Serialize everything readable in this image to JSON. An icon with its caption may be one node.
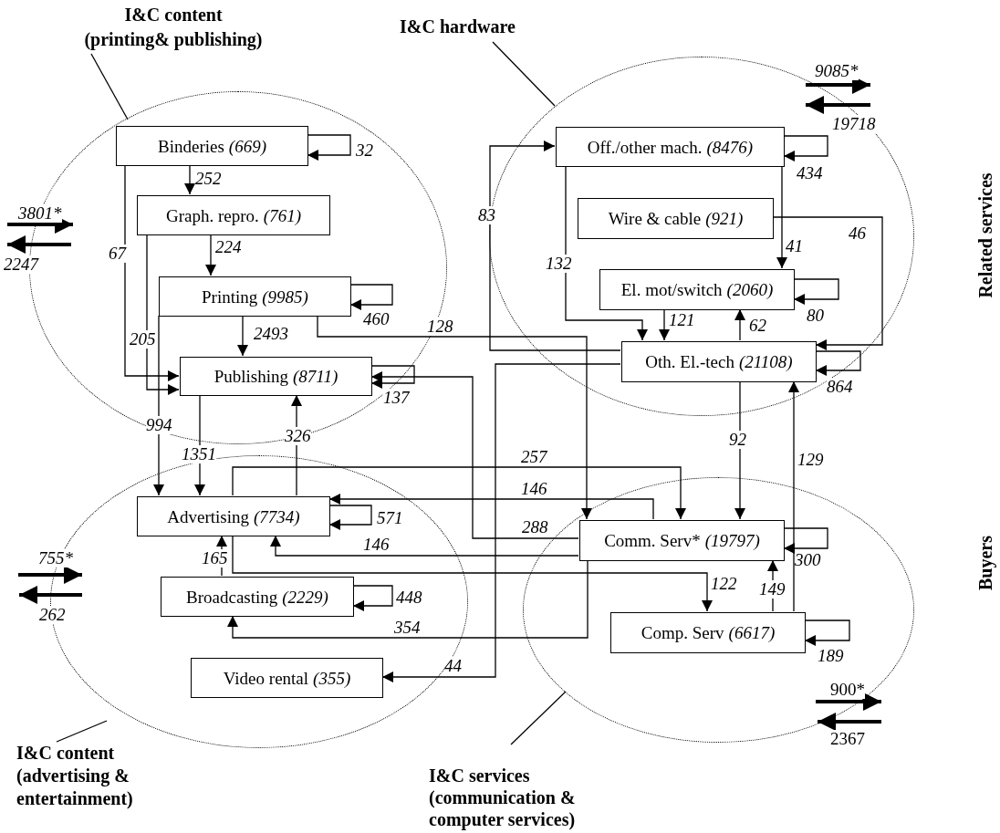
{
  "diagram": {
    "nodes": [
      {
        "text": [
          "I&C content (printing& publishing)"
        ]
      },
      {
        "text": [
          "I&C hardware"
        ]
      },
      {
        "text": [],
        "shape": "ellipse"
      },
      {
        "text": [],
        "shape": "ellipse"
      },
      {
        "text": [
          "Binderies",
          "(669)"
        ],
        "in": 2
      },
      {
        "text": [
          "Off./other mach.",
          "(8476)"
        ],
        "in": 3
      },
      {
        "text": [
          "Graph. repro.",
          "(761)"
        ],
        "in": 2
      },
      {
        "text": [
          "Wire & cable",
          "(921)"
        ],
        "in": 3
      },
      {
        "text": [
          "Printing",
          "(9985)"
        ],
        "in": 2
      },
      {
        "text": [
          "El. mot/switch",
          "(2060)"
        ],
        "in": 3
      },
      {
        "text": [
          "Publishing",
          "(8711)"
        ],
        "in": 2
      },
      {
        "text": [
          "Oth. El.-tech",
          "(21108)"
        ],
        "in": 3
      },
      {
        "text": [],
        "shape": "ellipse"
      },
      {
        "text": [],
        "shape": "ellipse"
      },
      {
        "text": [
          "Advertising",
          "(7734)"
        ],
        "in": 12
      },
      {
        "text": [
          "Comm. Serv*",
          "(19797)"
        ],
        "in": 13
      },
      {
        "text": [
          "Broadcasting",
          "(2229)"
        ],
        "in": 12
      },
      {
        "text": [
          "Comp. Serv",
          "(6617)"
        ],
        "in": 13
      },
      {
        "text": [
          "Video rental",
          "(355)"
        ],
        "in": 12
      },
      {
        "text": [
          "I&C content (advertising & entertainment)"
        ]
      },
      {
        "text": [
          "I&C services (communication & computer services)"
        ]
      }
    ],
    "edges": [
      {
        "from": 0,
        "to": 2,
        "arrow": "none"
      },
      {
        "from": 1,
        "to": 3,
        "arrow": "none"
      },
      {
        "from": 4,
        "to": 4,
        "arrow": "to",
        "label": "32"
      },
      {
        "from": 4,
        "to": 6,
        "arrow": "to",
        "label": "252"
      },
      {
        "from": 4,
        "to": 10,
        "arrow": "to",
        "label": "67"
      },
      {
        "from": 6,
        "to": 8,
        "arrow": "to",
        "label": "224"
      },
      {
        "from": 6,
        "to": 10,
        "arrow": "to",
        "label": "205"
      },
      {
        "from": 8,
        "to": 8,
        "arrow": "to",
        "label": "460"
      },
      {
        "from": 8,
        "to": 10,
        "arrow": "to",
        "label": "2493"
      },
      {
        "from": 8,
        "to": 14,
        "arrow": "to",
        "label": "994"
      },
      {
        "from": 8,
        "to": 15,
        "arrow": "to",
        "label": "128"
      },
      {
        "from": 10,
        "to": 10,
        "arrow": "to",
        "label": "137"
      },
      {
        "from": 10,
        "to": 14,
        "arrow": "to",
        "label": "1351"
      },
      {
        "from": 14,
        "to": 10,
        "arrow": "to",
        "label": "326"
      },
      {
        "from": 15,
        "to": 10,
        "arrow": "to",
        "label": "288"
      },
      {
        "from": 5,
        "to": 5,
        "arrow": "to",
        "label": "434"
      },
      {
        "from": 11,
        "to": 5,
        "arrow": "to",
        "label": "83"
      },
      {
        "from": 5,
        "to": 11,
        "arrow": "to",
        "label": "132"
      },
      {
        "from": 5,
        "to": 9,
        "arrow": "to",
        "label": "41"
      },
      {
        "from": 7,
        "to": 11,
        "arrow": "to",
        "label": "46"
      },
      {
        "from": 9,
        "to": 9,
        "arrow": "to",
        "label": "80"
      },
      {
        "from": 9,
        "to": 11,
        "arrow": "to",
        "label": "121"
      },
      {
        "from": 11,
        "to": 9,
        "arrow": "to",
        "label": "62"
      },
      {
        "from": 11,
        "to": 11,
        "arrow": "to",
        "label": "864"
      },
      {
        "from": 11,
        "to": 15,
        "arrow": "to",
        "label": "92"
      },
      {
        "from": 17,
        "to": 11,
        "arrow": "to",
        "label": "129"
      },
      {
        "from": 14,
        "to": 15,
        "arrow": "to",
        "label": "257"
      },
      {
        "from": 15,
        "to": 14,
        "arrow": "to",
        "label": "146"
      },
      {
        "from": 14,
        "to": 14,
        "arrow": "to",
        "label": "571"
      },
      {
        "from": 15,
        "to": 15,
        "arrow": "to",
        "label": "300"
      },
      {
        "from": 15,
        "to": 14,
        "arrow": "to",
        "label": "146"
      },
      {
        "from": 16,
        "to": 14,
        "arrow": "to",
        "label": "165"
      },
      {
        "from": 14,
        "to": 17,
        "arrow": "to",
        "label": "122"
      },
      {
        "from": 16,
        "to": 16,
        "arrow": "to",
        "label": "448"
      },
      {
        "from": 15,
        "to": 16,
        "arrow": "to",
        "label": "354"
      },
      {
        "from": 17,
        "to": 15,
        "arrow": "to",
        "label": "149"
      },
      {
        "from": 17,
        "to": 17,
        "arrow": "to",
        "label": "189"
      },
      {
        "from": 11,
        "to": 18,
        "arrow": "to",
        "label": "44"
      },
      {
        "from": 19,
        "to": 12,
        "arrow": "none"
      },
      {
        "from": 20,
        "to": 13,
        "arrow": "none"
      }
    ],
    "labels": [
      "9085*",
      "19718",
      "3801*",
      "2247",
      "Related services",
      "Buyers",
      "755*",
      "262",
      "900*",
      "2367"
    ]
  }
}
